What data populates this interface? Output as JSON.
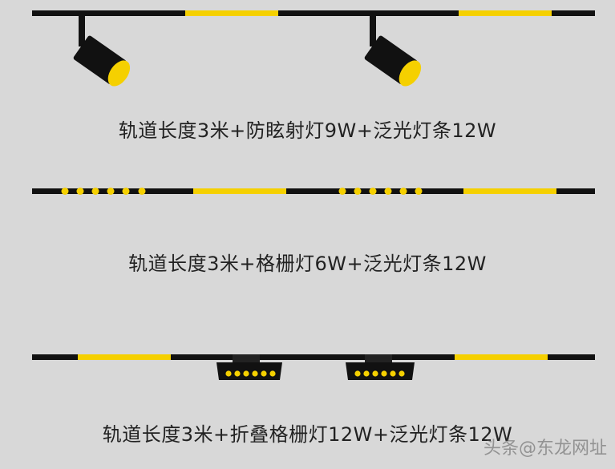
{
  "colors": {
    "background": "#d8d8d8",
    "track": "#111111",
    "accent_yellow": "#f5d000",
    "text": "#222222"
  },
  "panels": [
    {
      "caption": "轨道长度3米+防眩射灯9W+泛光灯条12W",
      "fixtures": [
        "track",
        "spotlight",
        "spotlight",
        "flood-strip",
        "flood-strip"
      ]
    },
    {
      "caption": "轨道长度3米+格栅灯6W+泛光灯条12W",
      "fixtures": [
        "track",
        "grille-light-6-dots",
        "grille-light-6-dots",
        "flood-strip",
        "flood-strip"
      ]
    },
    {
      "caption": "轨道长度3米+折叠格栅灯12W+泛光灯条12W",
      "fixtures": [
        "track",
        "folding-grille-light",
        "folding-grille-light",
        "flood-strip",
        "flood-strip"
      ]
    }
  ],
  "watermark": "头条@东龙网址"
}
